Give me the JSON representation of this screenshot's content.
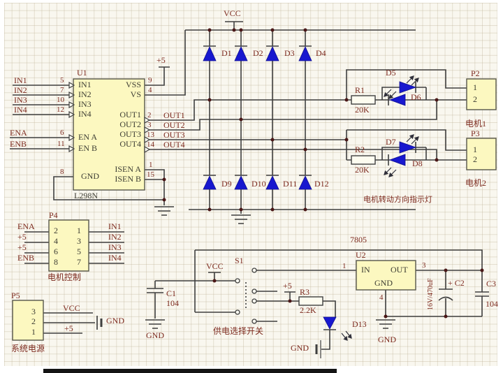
{
  "texts": {
    "vcc_top": "VCC",
    "u1_ref": "U1",
    "u1_part": "L298N",
    "u1_in1": "IN1",
    "u1_in2": "IN2",
    "u1_in3": "IN3",
    "u1_in4": "IN4",
    "u1_ena": "EN A",
    "u1_enb": "EN B",
    "u1_gnd": "GND",
    "u1_vss": "VSS",
    "u1_vs": "VS",
    "u1_out1": "OUT1",
    "u1_out2": "OUT2",
    "u1_out3": "OUT3",
    "u1_out4": "OUT4",
    "u1_isena": "ISEN A",
    "u1_isenb": "ISEN B",
    "pn5": "5",
    "pn7": "7",
    "pn10": "10",
    "pn12": "12",
    "pn6": "6",
    "pn11": "11",
    "pn8": "8",
    "pn9": "9",
    "pn4": "4",
    "pn2": "2",
    "pn3": "3",
    "pn13": "13",
    "pn14": "14",
    "pn1": "1",
    "pn15": "15",
    "in1": "IN1",
    "in2": "IN2",
    "in3": "IN3",
    "in4": "IN4",
    "ena": "ENA",
    "enb": "ENB",
    "net_out1": "OUT1",
    "net_out2": "OUT2",
    "net_out3": "OUT3",
    "net_out4": "OUT4",
    "plus5_u1": "+5",
    "d1": "D1",
    "d2": "D2",
    "d3": "D3",
    "d4": "D4",
    "d5": "D5",
    "d6": "D6",
    "d7": "D7",
    "d8": "D8",
    "d9": "D9",
    "d10": "D10",
    "d11": "D11",
    "d12": "D12",
    "d13": "D13",
    "r1": "R1",
    "r1v": "20K",
    "r2": "R2",
    "r2v": "20K",
    "r3": "R3",
    "r3v": "2.2K",
    "p2": "P2",
    "p2_1": "1",
    "p2_2": "2",
    "p2_cap": "电机1",
    "p3": "P3",
    "p3_1": "1",
    "p3_2": "2",
    "p3_cap": "电机2",
    "ind_cap": "电机转动方向指示灯",
    "p4": "P4",
    "p4_2": "2",
    "p4_4": "4",
    "p4_6": "6",
    "p4_8": "8",
    "p4_1": "1",
    "p4_3": "3",
    "p4_5": "5",
    "p4_7": "7",
    "p4_cap": "电机控制",
    "p4_ena": "ENA",
    "p4_p5a": "+5",
    "p4_p5b": "+5",
    "p4_enb": "ENB",
    "p4_in1": "IN1",
    "p4_in2": "IN2",
    "p4_in3": "IN3",
    "p4_in4": "IN4",
    "p5": "P5",
    "p5_3": "3",
    "p5_2": "2",
    "p5_1": "1",
    "p5_vcc": "VCC",
    "p5_p5": "+5",
    "p5_gnd": "GND",
    "p5_cap": "系统电源",
    "c1": "C1",
    "c1v": "104",
    "gnd_c1": "GND",
    "vcc_sw": "VCC",
    "s1": "S1",
    "sw_cap": "供电选择开关",
    "plus5_sw": "+5",
    "u2": "U2",
    "u2_part": "7805",
    "u2_in": "IN",
    "u2_out": "OUT",
    "u2_gnd": "GND",
    "u2_p1": "1",
    "u2_p3": "3",
    "u2_p4": "4",
    "gnd_u2": "GND",
    "c2": "+ C2",
    "c2v": "16V/470uF",
    "c3": "C3",
    "c3v": "104",
    "gnd_d13": "GND"
  },
  "colors": {
    "wire": "#3f3f3f",
    "junction": "#4a1717",
    "label": "#7d2a1e",
    "chip_text": "#3d3d33",
    "diode": "#1818cf",
    "box_fill": "#fcf8c0",
    "box_border": "#56564a"
  }
}
